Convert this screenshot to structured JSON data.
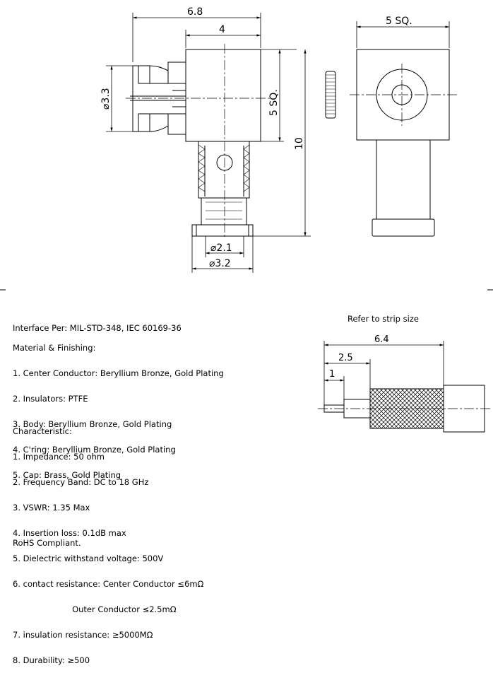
{
  "drawing": {
    "dims": {
      "overall_length": "6.8",
      "body_length": "4",
      "side_square": "5 SQ.",
      "body_square": "5 SQ.",
      "overall_height": "10",
      "jack_diameter": "⌀3.3",
      "cable_inner_diameter": "⌀2.1",
      "cable_outer_diameter": "⌀3.2"
    },
    "strip": {
      "title": "Refer to strip size",
      "total": "6.4",
      "middle": "2.5",
      "tip": "1"
    }
  },
  "notes": {
    "interface": "Interface Per: MIL-STD-348, IEC 60169-36",
    "material_title": "Material & Finishing:",
    "materials": [
      "1. Center Conductor: Beryllium Bronze, Gold Plating",
      "2. Insulators: PTFE",
      "3. Body: Beryllium Bronze, Gold Plating",
      "4. C'ring: Beryllium Bronze, Gold Plating",
      "5. Cap: Brass, Gold Plating"
    ],
    "characteristic_title": "Characteristic:",
    "characteristics": [
      "1. Impedance: 50 ohm",
      "2. Frequency Band: DC to 18 GHz",
      "3. VSWR: 1.35 Max",
      "4. Insertion loss: 0.1dB max",
      "5. Dielectric withstand voltage: 500V",
      "6. contact resistance: Center Conductor ≤6mΩ",
      "                       Outer Conductor ≤2.5mΩ",
      "7. insulation resistance: ≥5000MΩ",
      "8. Durability: ≥500"
    ],
    "rohs": "RoHS Compliant."
  }
}
